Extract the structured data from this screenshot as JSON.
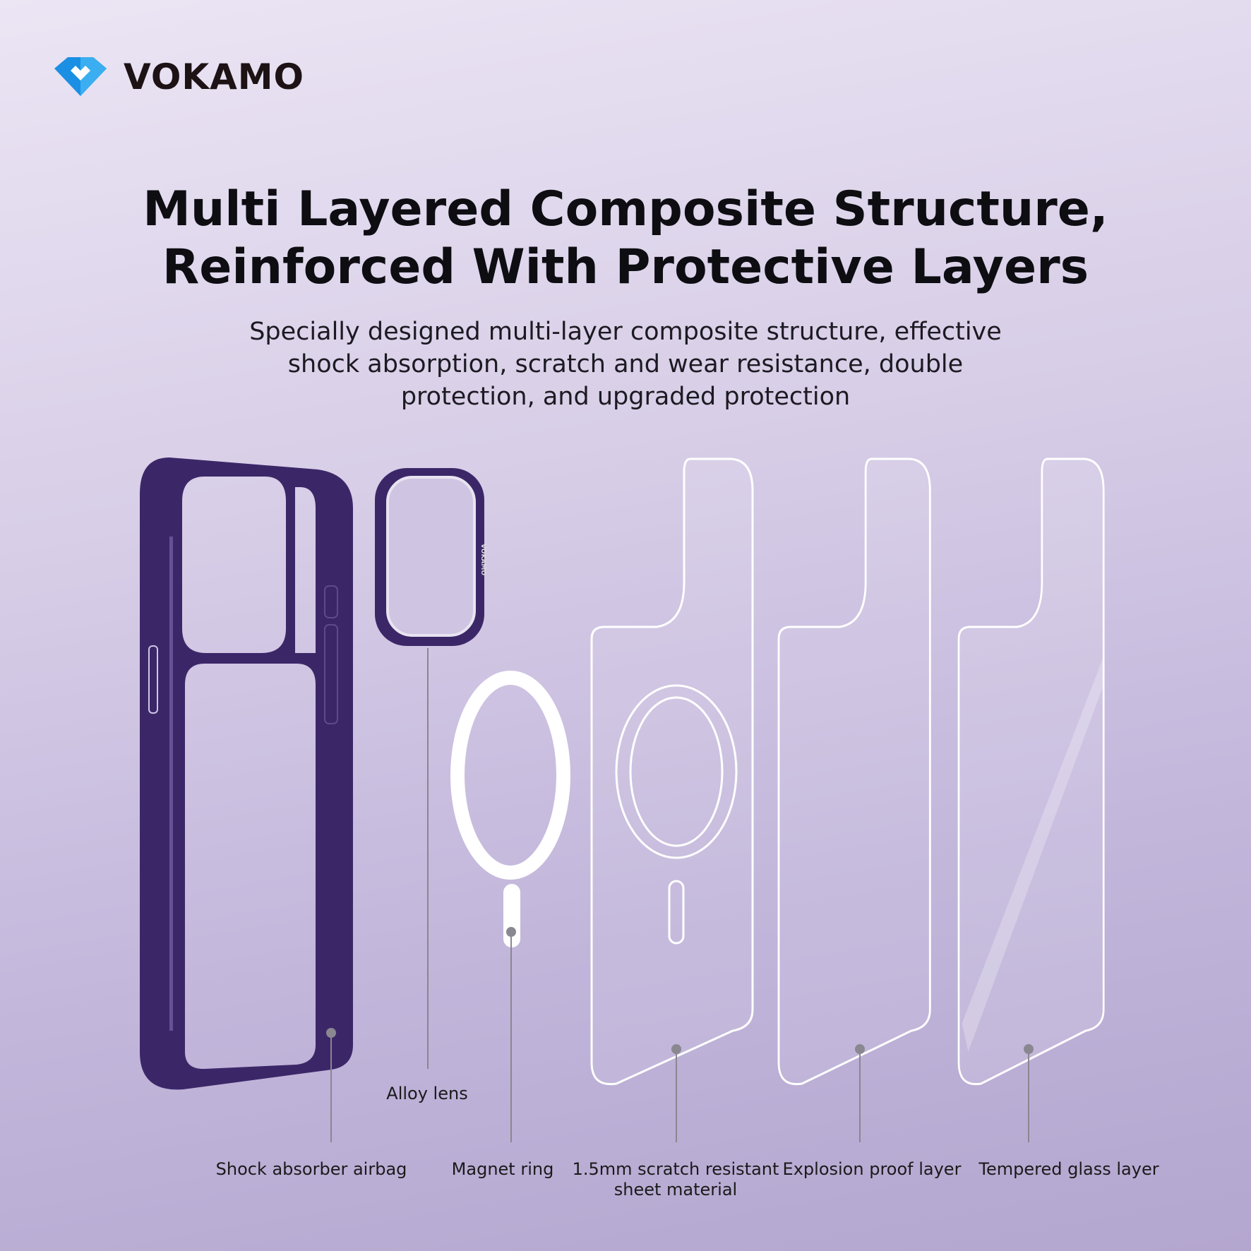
{
  "brand": {
    "name": "VOKAMO",
    "logo": "blue-diamond-heart-icon",
    "accent": "#1a8fe3"
  },
  "headline": {
    "line1": "Multi Layered Composite Structure,",
    "line2": "Reinforced With Protective Layers"
  },
  "subtitle": {
    "line1": "Specially designed multi-layer composite structure, effective",
    "line2": "shock absorption, scratch and wear resistance, double",
    "line3": "protection, and upgraded protection"
  },
  "labels": {
    "alloy_lens": "Alloy lens",
    "shock": "Shock absorber airbag",
    "magnet": "Magnet ring",
    "sheet_line1": "1.5mm scratch resistant",
    "sheet_line2": "sheet material",
    "explosion": "Explosion proof layer",
    "tempered": "Tempered glass layer"
  },
  "colors": {
    "case": "#3b2768",
    "background": "#d3c9e4"
  }
}
